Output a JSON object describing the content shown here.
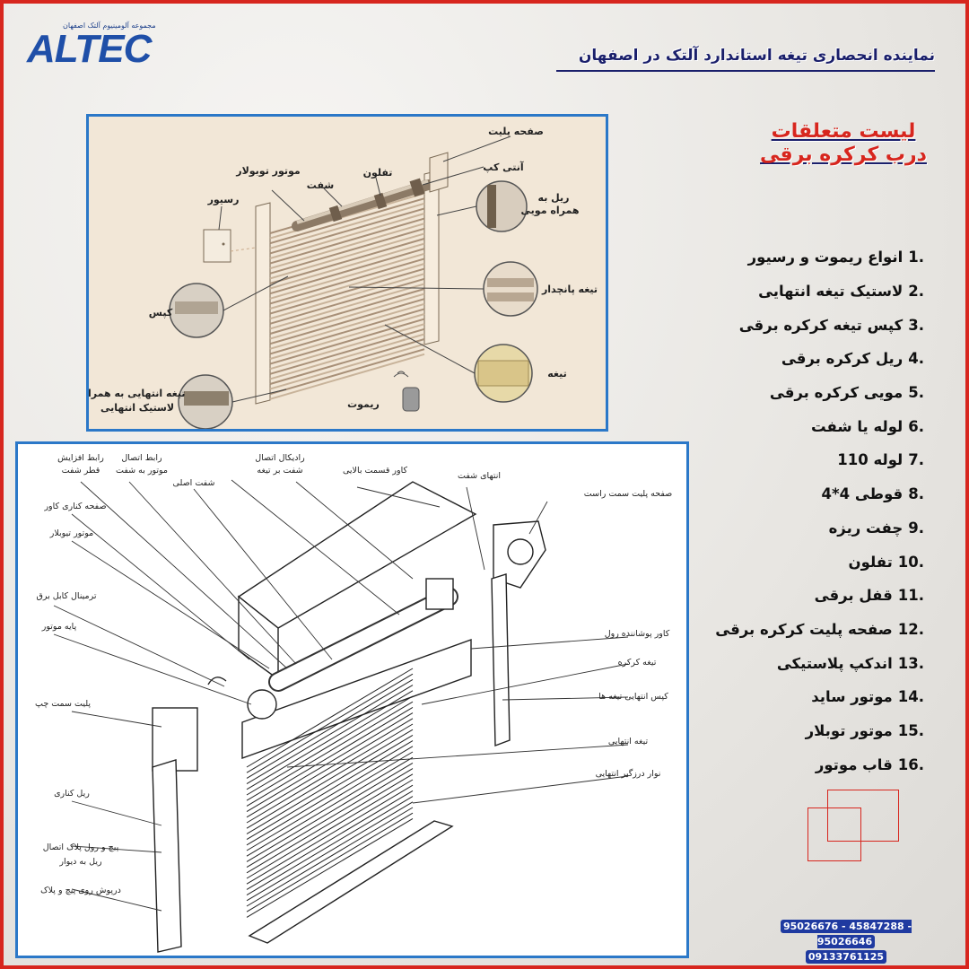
{
  "logo": {
    "tagline": "مجموعه آلومینیوم آلتک اصفهان",
    "brand": "ALTEC"
  },
  "header": {
    "text": "نماینده انحصاری تیغه استاندارد آلتک در اصفهان"
  },
  "colors": {
    "border": "#d7261e",
    "brand_blue": "#1f4fa8",
    "panel_border": "#2b78c8",
    "title_red": "#d7261e"
  },
  "diagram1": {
    "labels": {
      "plate": "صفحه پلیت",
      "anticap": "آنتی کپ",
      "teflon": "تفلون",
      "shaft": "شفت",
      "tubular_motor": "موتور توبولار",
      "receiver": "رسیور",
      "rail_line1": "ریل به",
      "rail_line2": "همراه مویی",
      "perforated_blade": "تیغه پانچدار",
      "cap": "کپس",
      "blade": "تیغه",
      "end_blade_line1": "تیغه انتهایی به همراه",
      "end_blade_line2": "لاستیک انتهایی",
      "remote": "ریموت"
    }
  },
  "diagram2": {
    "labels": {
      "length_link": "رابط افزایش",
      "length_link2": "قطر شفت",
      "motor_link": "رابط اتصال",
      "motor_link2": "موتور به شفت",
      "radical": "رادیکال اتصال",
      "radical2": "شفت بر تیغه",
      "top_cover": "کاور قسمت بالایی",
      "shaft_end": "انتهای شفت",
      "right_plate": "صفحه پلیت سمت راست",
      "main_shaft": "شفت اصلی",
      "side_cover_plate": "صفحه کناری کاور",
      "tubular_motor": "موتور تیوبلار",
      "cable_terminal": "ترمینال کابل برق",
      "motor_base": "پایه موتور",
      "roll_cover": "کاور پوشاننده رول",
      "shutter_blade": "تیغه کرکره",
      "blade_end_caps": "کپس انتهایی تیغه ها",
      "left_plate": "پلیت سمت چپ",
      "end_blade": "تیغه انتهایی",
      "end_seal": "نوار درزگیر انتهایی",
      "side_rail": "ریل کناری",
      "screw_plug_line1": "پیچ و رول پلاک اتصال",
      "screw_plug_line2": "ریل به دیوار",
      "screw_cover": "درپوش روی پیچ و پلاک"
    }
  },
  "list": {
    "title_line1": "لیست متعلقات",
    "title_line2": "درب  کرکره برقی",
    "items": [
      {
        "num": "1.",
        "label": "انواع ریموت و رسیور"
      },
      {
        "num": "2.",
        "label": "لاستیک تیغه انتهایی"
      },
      {
        "num": "3.",
        "label": "کپس تیغه کرکره برقی"
      },
      {
        "num": "4.",
        "label": " ریل کرکره برقی"
      },
      {
        "num": "5.",
        "label": "مویی کرکره برقی"
      },
      {
        "num": "6.",
        "label": "لوله یا شفت"
      },
      {
        "num": "7.",
        "label": "لوله 110"
      },
      {
        "num": "8.",
        "label": "قوطی 4*4"
      },
      {
        "num": "9.",
        "label": "چفت ریزه"
      },
      {
        "num": "10.",
        "label": "تفلون"
      },
      {
        "num": "11.",
        "label": "قفل برقی"
      },
      {
        "num": "12.",
        "label": "صفحه پلیت کرکره برقی"
      },
      {
        "num": "13.",
        "label": "اندکپ پلاستیکی"
      },
      {
        "num": "14.",
        "label": " موتور ساید"
      },
      {
        "num": "15.",
        "label": "موتور توبلار"
      },
      {
        "num": "16.",
        "label": "قاب موتور"
      }
    ]
  },
  "contact": {
    "phones_line1": "95026676 - 45847288 - 95026646",
    "phones_line2": "09133761125"
  }
}
